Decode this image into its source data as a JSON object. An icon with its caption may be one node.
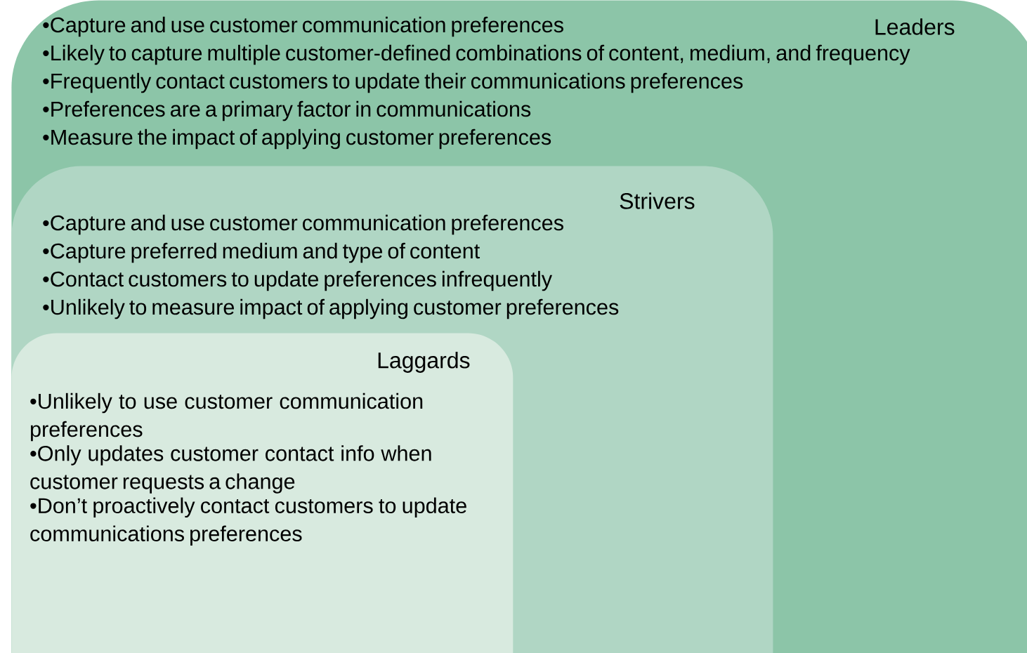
{
  "diagram": {
    "nodes": [
      {
        "text": [
          "Leaders",
          "•Capture and use customer communication preferences",
          "•Likely to capture multiple customer-defined combinations of content, medium, and frequency",
          "•Frequently contact customers to update their communications preferences",
          "•Preferences are a primary factor in communications",
          "•Measure the impact of applying customer preferences"
        ]
      },
      {
        "text": [
          "Strivers",
          "•Capture and use customer communication preferences",
          "•Capture preferred medium and type of content",
          "•Contact customers to update preferences infrequently",
          "•Unlikely to measure impact of applying customer preferences"
        ],
        "in": 0
      },
      {
        "text": [
          "Laggards",
          "•Unlikely to use customer communication preferences",
          "•Only updates customer contact info when customer requests a change",
          "•Don’t proactively contact customers to update communications preferences"
        ],
        "in": 1
      }
    ]
  }
}
